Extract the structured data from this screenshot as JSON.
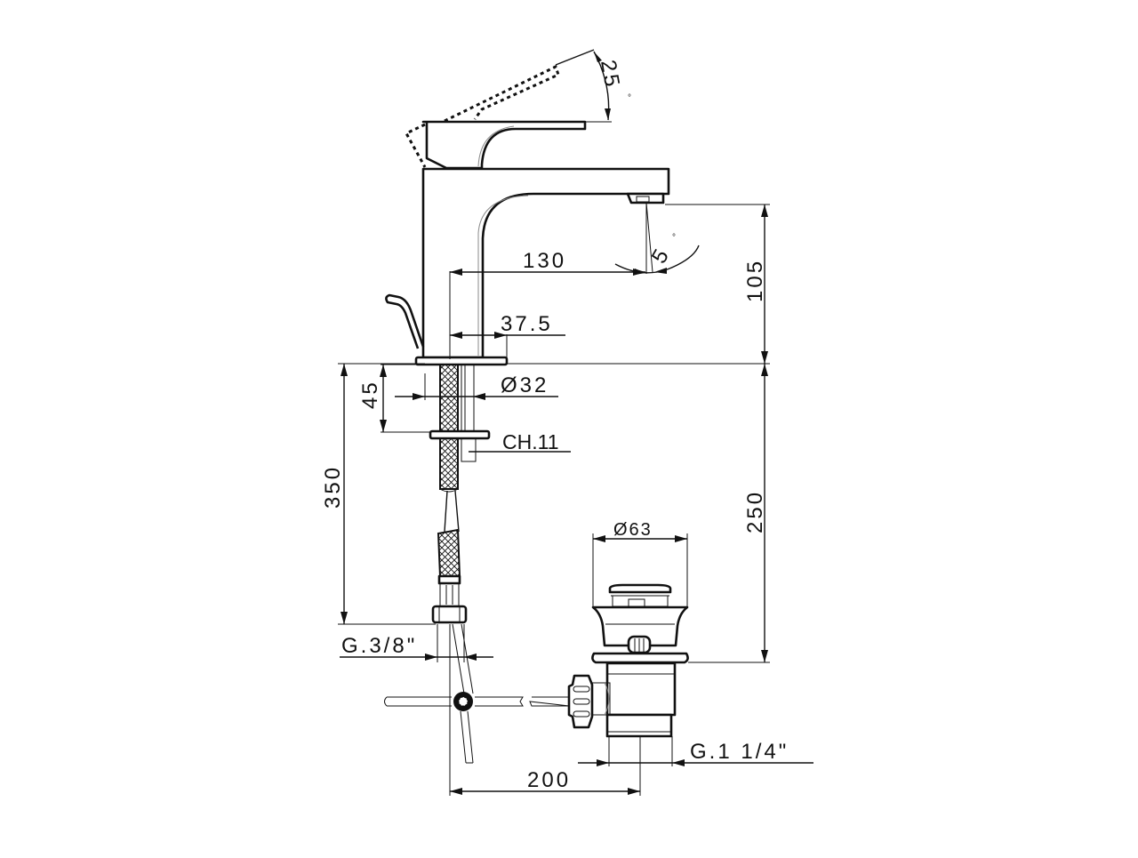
{
  "drawing": {
    "subject": "Single-lever basin mixer with pop-up waste",
    "colors": {
      "line": "#111111",
      "background": "#ffffff",
      "secondary_line": "#888888"
    },
    "dimensions": {
      "lever_angle": "25",
      "lever_angle_unit": "°",
      "spout_angle": "5",
      "spout_angle_unit": "°",
      "spout_reach": "130",
      "spout_height": "105",
      "body_offset": "37.5",
      "shank_diameter": "Ø32",
      "shank_length": "45",
      "nut_size": "CH.11",
      "hose_length": "350",
      "hose_connection": "G.3/8\"",
      "waste_height": "250",
      "waste_diameter": "Ø63",
      "waste_thread": "G.1 1/4\"",
      "rod_distance": "200"
    }
  }
}
